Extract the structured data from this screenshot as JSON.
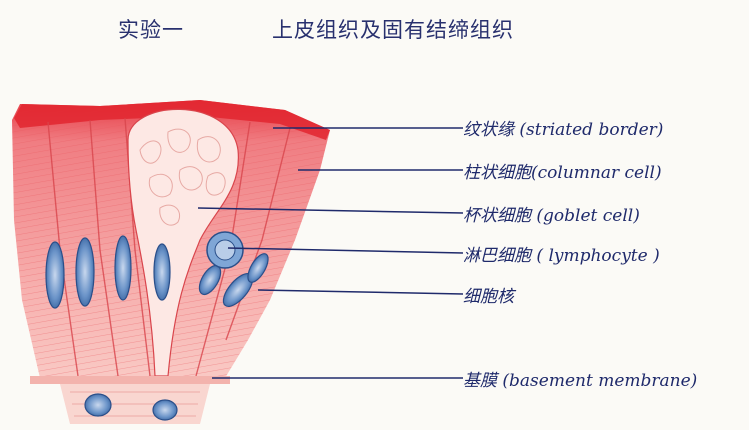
{
  "header": {
    "experiment": "实验一",
    "topic": "上皮组织及固有结缔组织"
  },
  "labels": [
    "纹状缘 (striated border)",
    "柱状细胞(columnar cell)",
    "杯状细胞 (goblet cell)",
    "淋巴细胞 ( lymphocyte )",
    "细胞核",
    "基膜 (basement membrane)"
  ],
  "colors": {
    "ink": "#1f2a6b",
    "cytoplasm": "#f08a8a",
    "border_red": "#e8313c",
    "nucleus": "#4f7fb8"
  }
}
